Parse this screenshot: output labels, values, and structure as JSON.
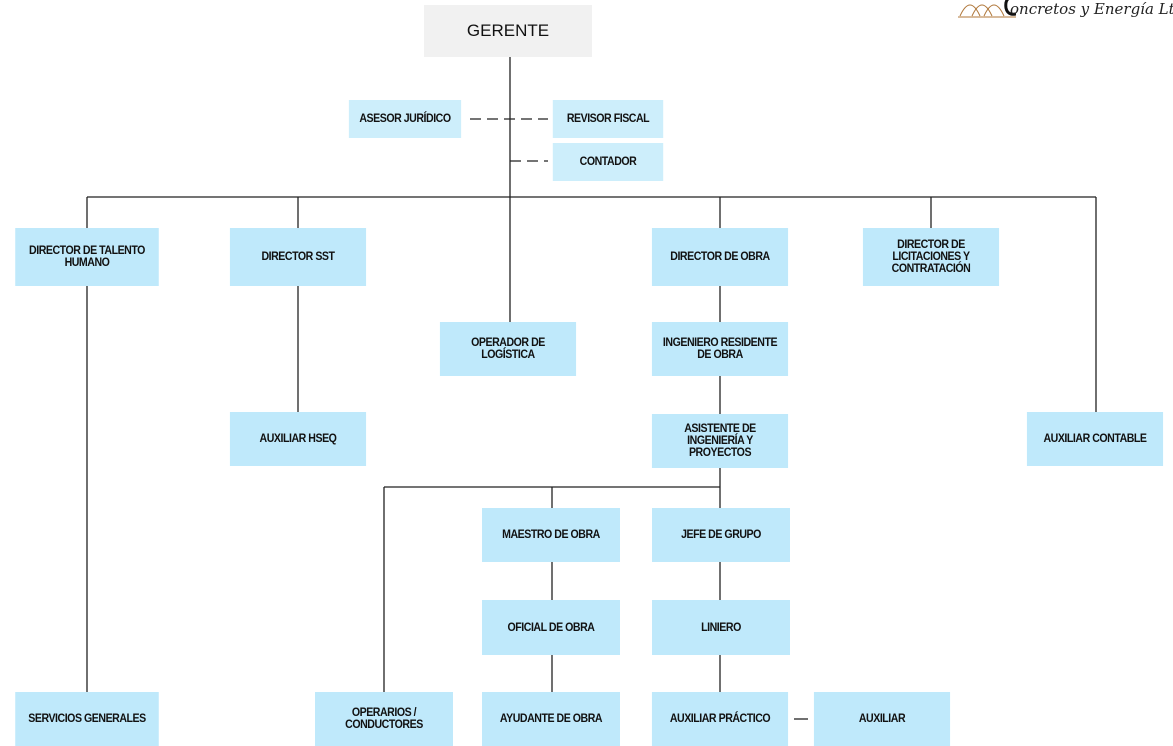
{
  "logo": {
    "text": "oncretos y Energía Lt"
  },
  "nodes": {
    "gerente": "GERENTE",
    "asesor_juridico": "ASESOR JURÍDICO",
    "revisor_fiscal": "REVISOR FISCAL",
    "contador": "CONTADOR",
    "director_talento_humano": "DIRECTOR DE TALENTO HUMANO",
    "director_sst": "DIRECTOR SST",
    "director_obra": "DIRECTOR DE OBRA",
    "director_licitaciones": "DIRECTOR DE LICITACIONES Y CONTRATACIÓN",
    "operador_logistica": "OPERADOR DE LOGÍSTICA",
    "ingeniero_residente": "INGENIERO RESIDENTE DE OBRA",
    "auxiliar_hseq": "AUXILIAR HSEQ",
    "asistente_ingenieria": "ASISTENTE DE INGENIERÍA Y PROYECTOS",
    "auxiliar_contable": "AUXILIAR CONTABLE",
    "maestro_obra": "MAESTRO DE OBRA",
    "jefe_grupo": "JEFE DE GRUPO",
    "oficial_obra": "OFICIAL DE OBRA",
    "liniero": "LINIERO",
    "servicios_generales": "SERVICIOS GENERALES",
    "operarios_conductores": "OPERARIOS / CONDUCTORES",
    "ayudante_obra": "AYUDANTE DE OBRA",
    "auxiliar_practico": "AUXILIAR PRÁCTICO",
    "auxiliar": "AUXILIAR"
  }
}
